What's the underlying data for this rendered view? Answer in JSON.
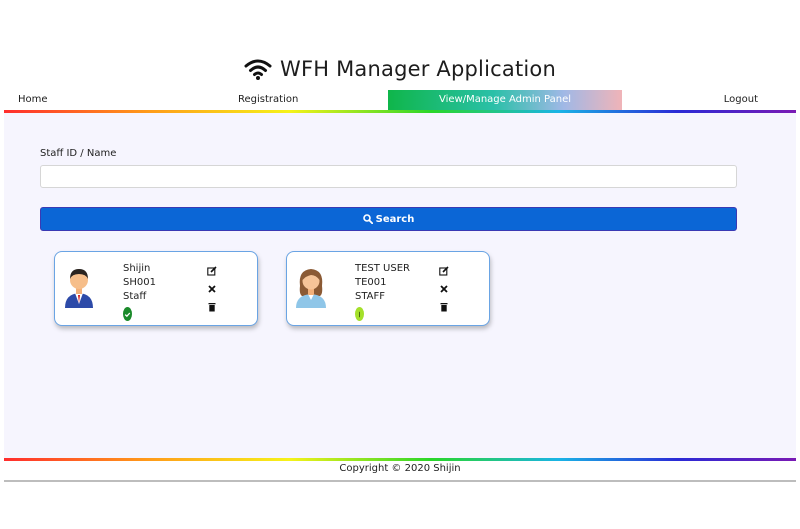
{
  "header": {
    "title": "WFH Manager Application",
    "icon": "wifi-icon"
  },
  "nav": {
    "home": "Home",
    "registration": "Registration",
    "admin": "View/Manage Admin Panel",
    "logout": "Logout"
  },
  "search": {
    "label": "Staff ID / Name",
    "value": "",
    "placeholder": "",
    "button_label": "Search"
  },
  "staff": [
    {
      "name": "Shijin",
      "id": "SH001",
      "role": "Staff",
      "status": "check",
      "status_color": "#1a8a2a",
      "avatar": "male-avatar-icon"
    },
    {
      "name": "TEST USER",
      "id": "TE001",
      "role": "STAFF",
      "status": "pending",
      "status_color": "#a4e02a",
      "avatar": "female-avatar-icon"
    }
  ],
  "footer": {
    "copyright": "Copyright © 2020 Shijin"
  },
  "colors": {
    "accent": "#0b66d6",
    "card_border": "#6aa4e4",
    "panel_bg": "#f6f5fe"
  }
}
